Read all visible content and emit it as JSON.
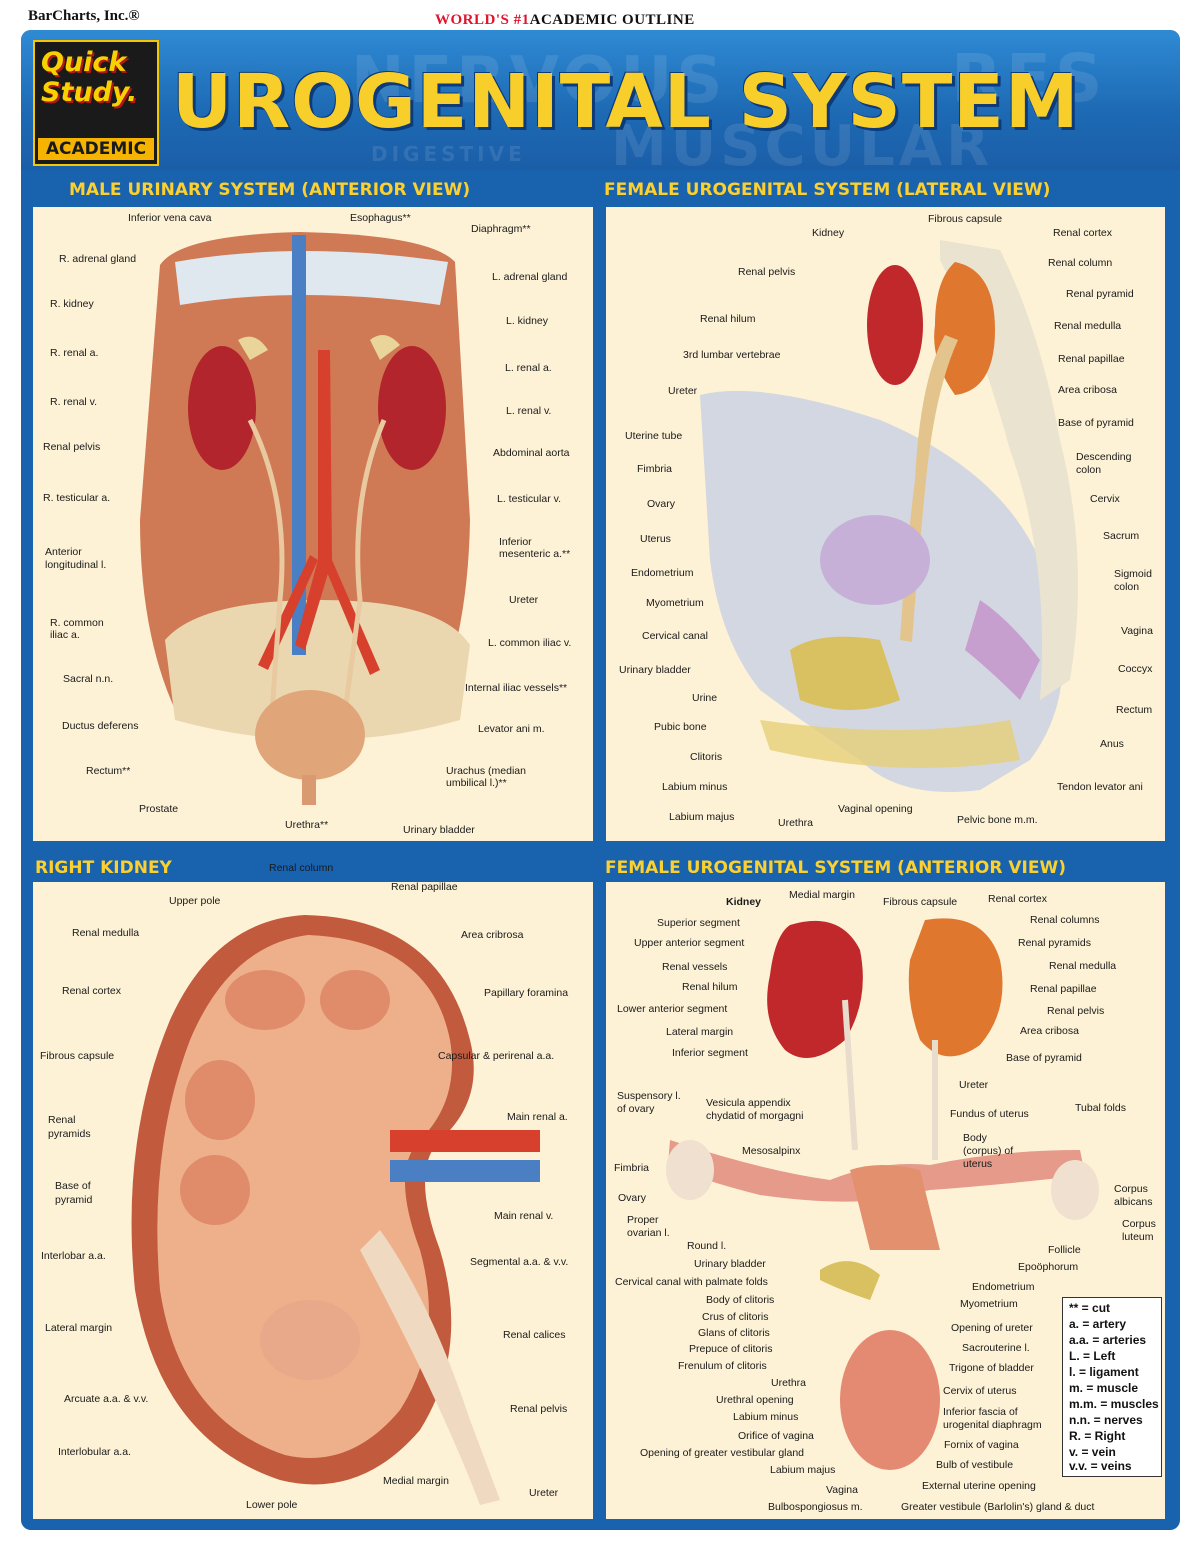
{
  "publisher": "BarCharts, Inc.®",
  "tagline": {
    "red": "WORLD'S #1",
    "black": "ACADEMIC OUTLINE"
  },
  "logo": {
    "line1": "Quick",
    "line2": "Study.",
    "band": "ACADEMIC"
  },
  "title": "UROGENITAL SYSTEM",
  "background_words": [
    "NERVOUS",
    "MUSCULAR",
    "DIGESTIVE",
    "RES"
  ],
  "colors": {
    "frame": "#1862ae",
    "title": "#f8cf2a",
    "panel": "#fdf2d6",
    "muscle": "#c8643e",
    "vein": "#4a7fc4",
    "artery": "#d6402c"
  },
  "panels": {
    "male": {
      "title": "MALE URINARY SYSTEM (ANTERIOR VIEW)",
      "labels": {
        "ivc": "Inferior vena cava",
        "esophagus": "Esophagus**",
        "diaphragm": "Diaphragm**",
        "r_adrenal": "R. adrenal gland",
        "l_adrenal": "L. adrenal gland",
        "r_kidney": "R. kidney",
        "l_kidney": "L. kidney",
        "r_renal_a": "R. renal a.",
        "l_renal_a": "L. renal a.",
        "r_renal_v": "R. renal v.",
        "l_renal_v": "L. renal v.",
        "renal_pelvis": "Renal pelvis",
        "abd_aorta": "Abdominal aorta",
        "r_testicular": "R. testicular a.",
        "l_testicular": "L. testicular v.",
        "ant_long_1": "Anterior",
        "ant_long_2": "longitudinal l.",
        "inf_mes_1": "Inferior",
        "inf_mes_2": "mesenteric a.**",
        "ureter": "Ureter",
        "r_common_1": "R. common",
        "r_common_2": "iliac a.",
        "l_common": "L. common iliac v.",
        "sacral": "Sacral n.n.",
        "int_iliac": "Internal iliac vessels**",
        "ductus": "Ductus deferens",
        "levator": "Levator ani m.",
        "rectum": "Rectum**",
        "urachus_1": "Urachus (median",
        "urachus_2": "umbilical l.)**",
        "prostate": "Prostate",
        "urethra": "Urethra**",
        "bladder": "Urinary bladder"
      }
    },
    "female_lateral": {
      "title": "FEMALE UROGENITAL SYSTEM (LATERAL VIEW)",
      "labels": {
        "fibrous": "Fibrous capsule",
        "kidney": "Kidney",
        "cortex": "Renal cortex",
        "column": "Renal column",
        "pelvis": "Renal pelvis",
        "pyramid": "Renal pyramid",
        "hilum": "Renal hilum",
        "medulla": "Renal medulla",
        "lumbar": "3rd lumbar vertebrae",
        "papillae": "Renal papillae",
        "cribosa": "Area cribosa",
        "ureter": "Ureter",
        "base_pyr": "Base of pyramid",
        "tube": "Uterine tube",
        "desc_1": "Descending",
        "desc_2": "colon",
        "fimbria": "Fimbria",
        "ovary": "Ovary",
        "cervix": "Cervix",
        "uterus": "Uterus",
        "sacrum": "Sacrum",
        "endometrium": "Endometrium",
        "sig_1": "Sigmoid",
        "sig_2": "colon",
        "myometrium": "Myometrium",
        "cervical": "Cervical canal",
        "vagina": "Vagina",
        "bladder": "Urinary bladder",
        "coccyx": "Coccyx",
        "urine": "Urine",
        "rectum": "Rectum",
        "pubic": "Pubic bone",
        "anus": "Anus",
        "clitoris": "Clitoris",
        "tendon": "Tendon levator ani",
        "minus": "Labium minus",
        "majus": "Labium majus",
        "urethra": "Urethra",
        "vag_opening": "Vaginal opening",
        "pelvic_mm": "Pelvic bone m.m."
      }
    },
    "kidney": {
      "title": "RIGHT KIDNEY",
      "labels": {
        "column": "Renal column",
        "papillae": "Renal papillae",
        "upper": "Upper pole",
        "medulla": "Renal medulla",
        "cribrosa": "Area cribrosa",
        "cortex": "Renal cortex",
        "foramina": "Papillary foramina",
        "fibrous": "Fibrous capsule",
        "capsular": "Capsular & perirenal a.a.",
        "pyr_1": "Renal",
        "pyr_2": "pyramids",
        "main_a": "Main renal a.",
        "base_1": "Base of",
        "base_2": "pyramid",
        "main_v": "Main renal v.",
        "interlobar": "Interlobar a.a.",
        "segmental": "Segmental a.a. & v.v.",
        "lateral": "Lateral margin",
        "calices": "Renal calices",
        "arcuate": "Arcuate a.a. & v.v.",
        "pelvis": "Renal pelvis",
        "interlobular": "Interlobular a.a.",
        "medial": "Medial margin",
        "lower": "Lower pole",
        "ureter": "Ureter"
      }
    },
    "female_anterior": {
      "title": "FEMALE UROGENITAL SYSTEM (ANTERIOR VIEW)",
      "labels": {
        "medial": "Medial margin",
        "fibrous": "Fibrous capsule",
        "cortex": "Renal cortex",
        "kidney": "Kidney",
        "columns": "Renal columns",
        "superior": "Superior segment",
        "pyramids": "Renal pyramids",
        "upper_ant": "Upper anterior segment",
        "medulla": "Renal medulla",
        "vessels": "Renal vessels",
        "papillae": "Renal papillae",
        "hilum": "Renal hilum",
        "pelvis": "Renal pelvis",
        "lower_ant": "Lower anterior segment",
        "cribosa": "Area cribosa",
        "lateral": "Lateral margin",
        "inferior": "Inferior segment",
        "base_pyr": "Base of pyramid",
        "ureter": "Ureter",
        "susp_1": "Suspensory l.",
        "susp_2": "of ovary",
        "vesic_1": "Vesicula appendix",
        "vesic_2": "chydatid of morgagni",
        "fundus": "Fundus of uterus",
        "tubal": "Tubal folds",
        "body_1": "Body",
        "body_2": "(corpus) of",
        "body_3": "uterus",
        "mesosalpinx": "Mesosalpinx",
        "fimbria": "Fimbria",
        "albicans_1": "Corpus",
        "albicans_2": "albicans",
        "ovary": "Ovary",
        "proper_1": "Proper",
        "proper_2": "ovarian l.",
        "luteum_1": "Corpus",
        "luteum_2": "luteum",
        "round": "Round l.",
        "follicle": "Follicle",
        "bladder": "Urinary bladder",
        "epoophorum": "Epoöphorum",
        "cervical": "Cervical canal with palmate folds",
        "endometrium": "Endometrium",
        "body_clit": "Body of clitoris",
        "myometrium": "Myometrium",
        "crus": "Crus of clitoris",
        "op_ureter": "Opening of ureter",
        "glans": "Glans of clitoris",
        "sacrouterine": "Sacrouterine l.",
        "prepuce": "Prepuce of clitoris",
        "trigone": "Trigone of bladder",
        "frenulum": "Frenulum of clitoris",
        "urethra": "Urethra",
        "cervix": "Cervix of uterus",
        "ureth_op": "Urethral opening",
        "fascia_1": "Inferior fascia of",
        "fascia_2": "urogenital diaphragm",
        "minus": "Labium minus",
        "orifice": "Orifice of vagina",
        "fornix": "Fornix of vagina",
        "greater": "Opening of greater vestibular gland",
        "bulb": "Bulb of vestibule",
        "majus": "Labium majus",
        "ext_os": "External uterine opening",
        "vagina": "Vagina",
        "bulbosp": "Bulbospongiosus m.",
        "barlotin": "Greater vestibule (Barlolin's) gland & duct"
      }
    }
  },
  "legend": [
    "** = cut",
    "a. = artery",
    "a.a. = arteries",
    "L. = Left",
    "l. = ligament",
    "m. = muscle",
    "m.m. = muscles",
    "n.n. = nerves",
    "R. = Right",
    "v. = vein",
    "v.v. = veins"
  ]
}
